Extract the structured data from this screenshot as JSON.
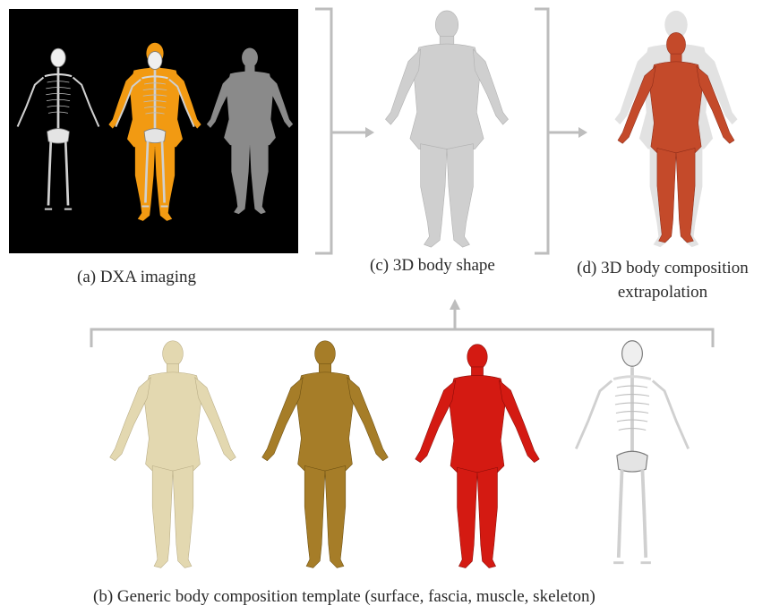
{
  "captions": {
    "a": "(a) DXA imaging",
    "c": "(c) 3D body shape",
    "d_line1": "(d) 3D body composition",
    "d_line2": "extrapolation",
    "b": "(b) Generic body composition template (surface, fascia, muscle, skeleton)"
  },
  "colors": {
    "connector": "#bdbdbd",
    "dxa_background": "#000000",
    "dxa_bone": "#e8e8e8",
    "dxa_fat_orange": "#f29a12",
    "dxa_tissue_gray": "#8a8a8a",
    "body_shape_gray": "#cfcfcf",
    "extrapolation_muscle": "#c44a2a",
    "extrapolation_shell": "#e2e2e2",
    "template_surface": "#e3d8b0",
    "template_fascia": "#a67d28",
    "template_muscle": "#d41a12",
    "template_skeleton": "#e6e6e6"
  },
  "figures": {
    "dxa": [
      "dxa-bone-density",
      "dxa-fat-overlay",
      "dxa-soft-tissue"
    ],
    "template": [
      "surface",
      "fascia",
      "muscle",
      "skeleton"
    ]
  }
}
